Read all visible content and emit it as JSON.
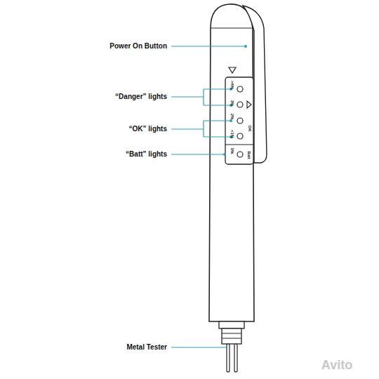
{
  "diagram": {
    "labels": [
      "Power On Button",
      "“Danger” lights",
      "“OK” lights",
      "“Batt” lights",
      "Metal Tester",
      ">4%",
      "3%",
      "2%",
      "<1%",
      "0%",
      "OK",
      "Batt",
      "Avito"
    ]
  }
}
